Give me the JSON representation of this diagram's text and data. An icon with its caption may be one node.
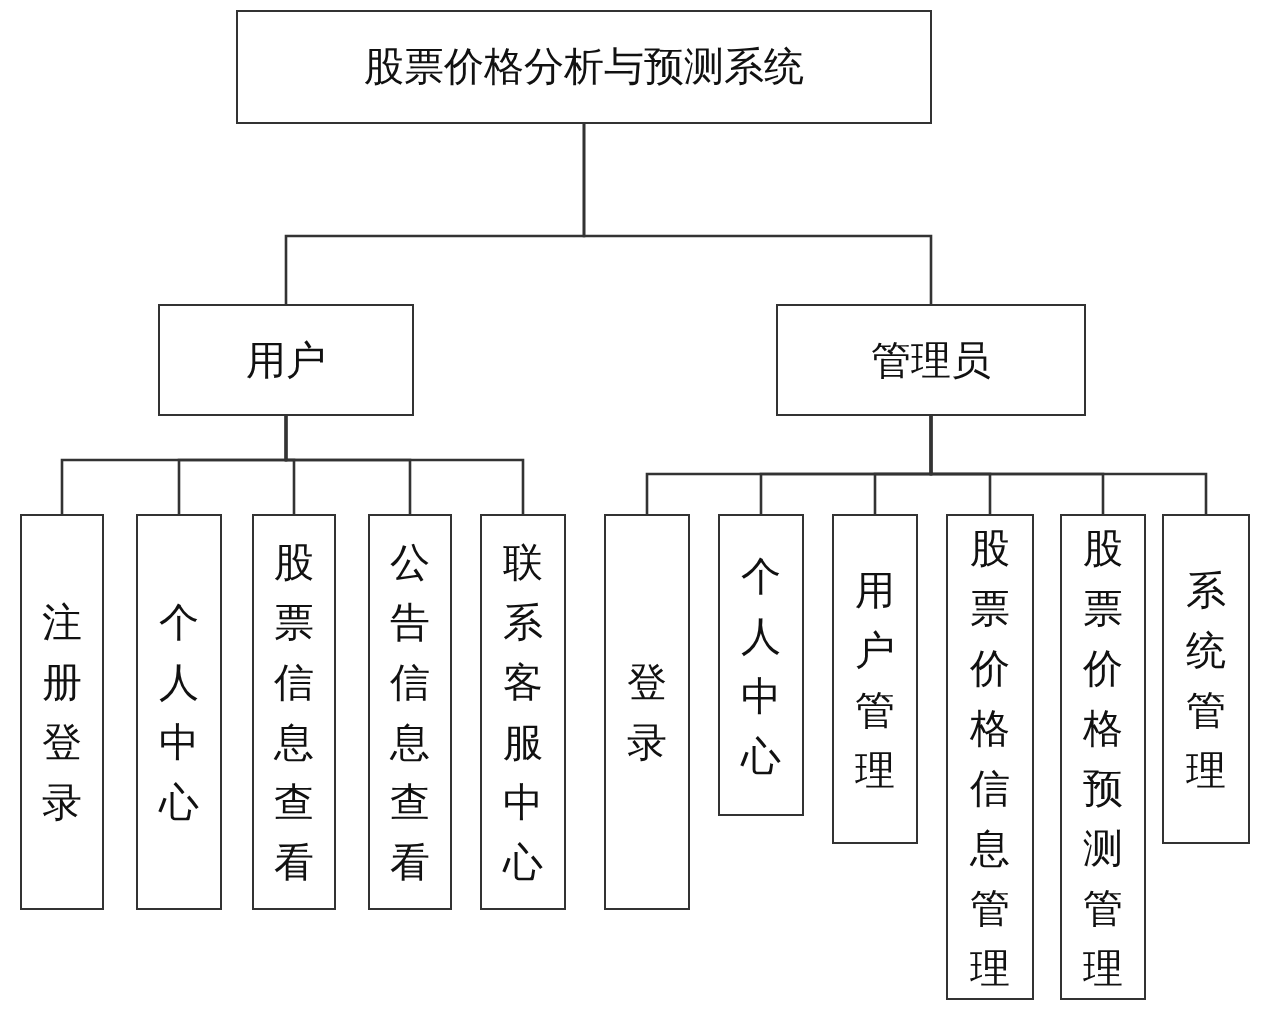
{
  "diagram": {
    "nodes": [
      {
        "text": [
          "股票价格分析与预测系统"
        ]
      },
      {
        "text": [
          "用户"
        ]
      },
      {
        "text": [
          "管理员"
        ]
      },
      {
        "text": [
          "注册登录"
        ]
      },
      {
        "text": [
          "个人中心"
        ]
      },
      {
        "text": [
          "股票信息查看"
        ]
      },
      {
        "text": [
          "公告信息查看"
        ]
      },
      {
        "text": [
          "联系客服中心"
        ]
      },
      {
        "text": [
          "登录"
        ]
      },
      {
        "text": [
          "个人中心"
        ]
      },
      {
        "text": [
          "用户管理"
        ]
      },
      {
        "text": [
          "股票价格信息管理"
        ]
      },
      {
        "text": [
          "股票价格预测管理"
        ]
      },
      {
        "text": [
          "系统管理"
        ]
      }
    ],
    "edges": [
      {
        "from": 0,
        "to": 1,
        "arrow": "none"
      },
      {
        "from": 0,
        "to": 2,
        "arrow": "none"
      },
      {
        "from": 1,
        "to": 3,
        "arrow": "none"
      },
      {
        "from": 1,
        "to": 4,
        "arrow": "none"
      },
      {
        "from": 1,
        "to": 5,
        "arrow": "none"
      },
      {
        "from": 1,
        "to": 6,
        "arrow": "none"
      },
      {
        "from": 1,
        "to": 7,
        "arrow": "none"
      },
      {
        "from": 2,
        "to": 8,
        "arrow": "none"
      },
      {
        "from": 2,
        "to": 9,
        "arrow": "none"
      },
      {
        "from": 2,
        "to": 10,
        "arrow": "none"
      },
      {
        "from": 2,
        "to": 11,
        "arrow": "none"
      },
      {
        "from": 2,
        "to": 12,
        "arrow": "none"
      },
      {
        "from": 2,
        "to": 13,
        "arrow": "none"
      }
    ]
  }
}
